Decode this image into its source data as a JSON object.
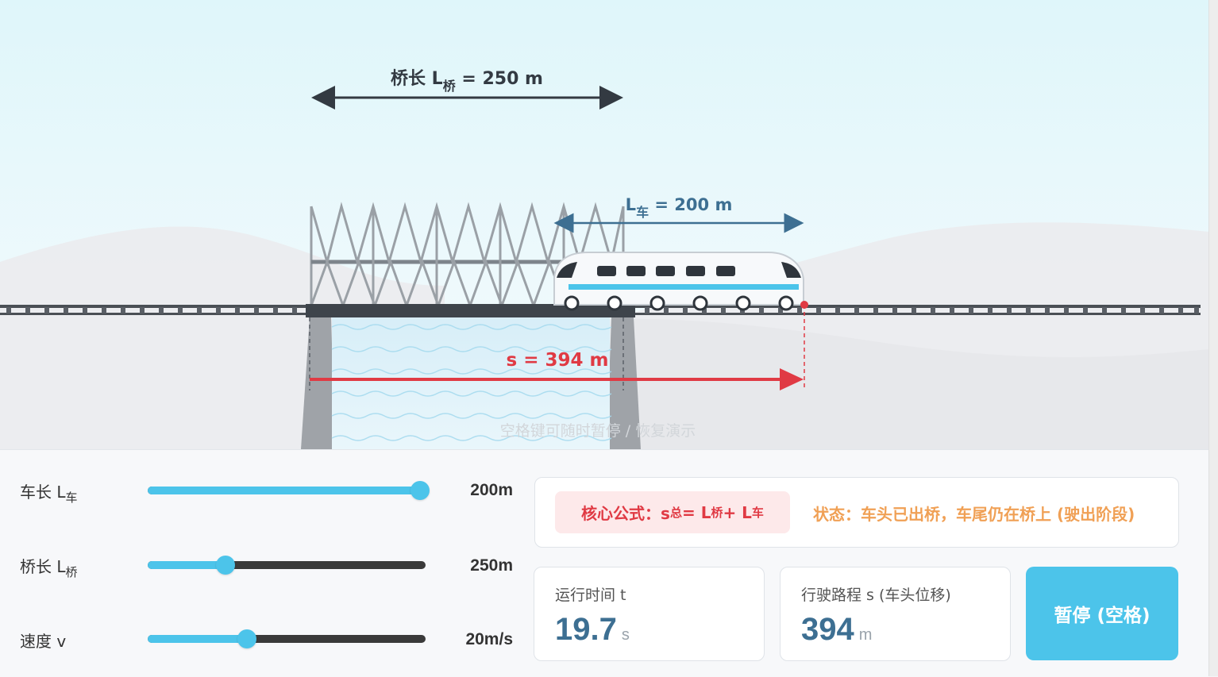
{
  "scene": {
    "bridge_label": {
      "prefix": "桥长 L",
      "sub": "桥",
      "suffix": " = 250 m"
    },
    "train_label": {
      "prefix": "L",
      "sub": "车",
      "suffix": " = 200 m"
    },
    "distance_label": "s = 394 m",
    "hint": "空格键可随时暂停 / 恢复演示",
    "colors": {
      "sky_top": "#dff6fa",
      "bridge_arrow": "#333a42",
      "train_arrow": "#3d6f92",
      "distance": "#e03a44",
      "accent": "#4cc4ea"
    }
  },
  "controls": [
    {
      "label": "车长 L",
      "sub": "车",
      "value": "200m",
      "fraction": 1.0
    },
    {
      "label": "桥长 L",
      "sub": "桥",
      "value": "250m",
      "fraction": 0.27
    },
    {
      "label": "速度 v",
      "sub": "",
      "value": "20m/s",
      "fraction": 0.35
    }
  ],
  "formula": {
    "prefix": "核心公式：s",
    "sub1": "总",
    "mid": " = L",
    "sub2": "桥",
    "mid2": " + L",
    "sub3": "车"
  },
  "status": "状态：车头已出桥，车尾仍在桥上 (驶出阶段)",
  "stats": {
    "time": {
      "label": "运行时间 t",
      "value": "19.7",
      "unit": "s"
    },
    "distance": {
      "label": "行驶路程 s (车头位移)",
      "value": "394",
      "unit": "m"
    }
  },
  "pause_button": "暂停 (空格)"
}
